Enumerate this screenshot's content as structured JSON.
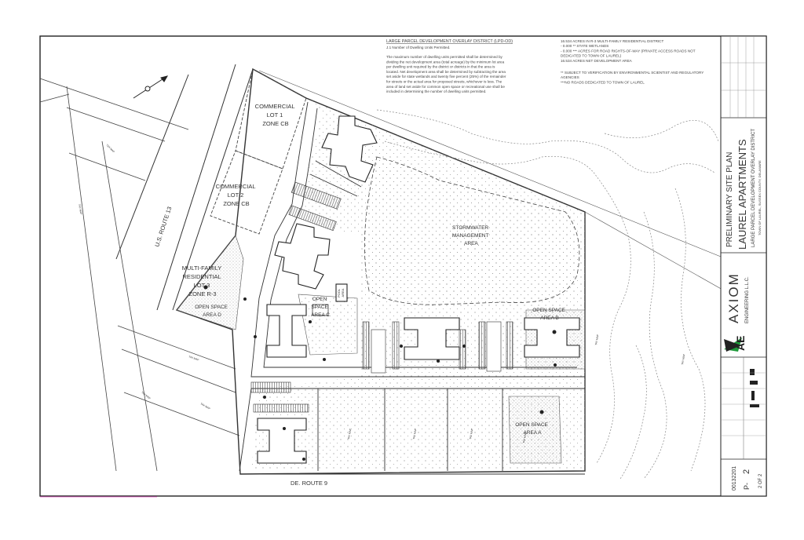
{
  "labels": {
    "commercial_lot1": [
      "COMMERCIAL",
      "LOT 1",
      "ZONE CB"
    ],
    "commercial_lot2": [
      "COMMERCIAL",
      "LOT 2",
      "ZONE CB"
    ],
    "multifamily": [
      "MULTI-FAMILY",
      "RESIDENTIAL",
      "LOT 3",
      "ZONE R-3"
    ],
    "open_space_d": [
      "OPEN SPACE",
      "AREA D"
    ],
    "open_space_c": [
      "OPEN",
      "SPACE",
      "AREA C"
    ],
    "open_space_b": [
      "OPEN SPACE",
      "AREA B"
    ],
    "open_space_a": [
      "OPEN SPACE",
      "AREA A"
    ],
    "stormwater": [
      "STORMWATER",
      "MANAGEMENT",
      "AREA"
    ],
    "pool": [
      "POOL",
      "AREA"
    ],
    "us_route": "U.S. ROUTE 13",
    "de_route": "DE. ROUTE 9"
  },
  "notes": {
    "lpdod_title": "LARGE PARCEL DEVELOPMENT OVERLAY DISTRICT (LPD-OD)",
    "lpdod_sub": "J.1 Number of Dwelling Units Permitted.",
    "lpdod_body": [
      "The maximum number of dwelling units permitted shall be determined by",
      "dividing the net development area (total acreage) by the minimum lot area",
      "per dwelling unit required by the district or districts in that the area is",
      "located. Net development area shall be determined by subtracting the area",
      "set aside for state wetlands and twenty five percent (25%) of the remainder",
      "for streets or the actual area for proposed streets, whichever is less. The",
      "area of land set aside for common open space or recreational use shall be",
      "included in determining the number of dwelling units permitted."
    ],
    "acreage": [
      "16.534        ACRES IN R-3 MULTI-FAMILY RESIDENTIAL DISTRICT",
      "- 0.000 **    STATE WETLANDS",
      "- 0.000 ***   ACRES FOR ROAD RIGHTS-OF-WAY (PRIVATE ACCESS ROADS NOT",
      "DEDICATED TO TOWN OF LAUREL)",
      "16.534        ACRES NET DEVELOPMENT AREA"
    ],
    "footnotes": [
      "**  SUBJECT TO VERIFICATION BY ENVIRONMENTAL SCIENTIST AND REGULATORY",
      "AGENCIES",
      "***NO ROADS DEDICATED TO TOWN OF LAUREL"
    ]
  },
  "title_block": {
    "sheet_title": "PRELIMINARY SITE PLAN",
    "project": "LAUREL APARTMENTS",
    "district": "LARGE PARCEL DEVELOPMENT OVERLAY DISTRICT",
    "location": "TOWN OF LAUREL, SUSSEX COUNTY, DELAWARE",
    "company_name": "AXIOM",
    "company_sub": "ENGINEERING L.L.C.",
    "logo_text": "AE",
    "project_no": "00132201",
    "sheet_prefix": "P-",
    "sheet_no": "2",
    "sheet_of": "2 OF 2"
  },
  "colors": {
    "line": "#3a3a3a",
    "hatch": "#9a9a9a",
    "building": "#ffffff",
    "accent": "#e040c0"
  }
}
